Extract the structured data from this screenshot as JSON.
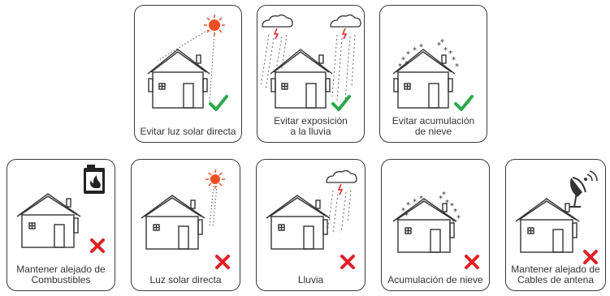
{
  "colors": {
    "ok": "#2aa84a",
    "bad": "#e21f26",
    "sun": "#f04e23",
    "rain": "#e21f26",
    "line": "#3a3a3a"
  },
  "top_row": [
    {
      "id": "avoid-sun",
      "lines": [
        "Evitar luz solar directa"
      ],
      "status": "check",
      "icons": [
        "sun-icon",
        "house-icon",
        "checkmark-icon"
      ]
    },
    {
      "id": "avoid-rain",
      "lines": [
        "Evitar exposición",
        "a la lluvia"
      ],
      "status": "check",
      "icons": [
        "cloud-rain-icon",
        "house-icon",
        "checkmark-icon"
      ]
    },
    {
      "id": "avoid-snow",
      "lines": [
        "Evitar acumulación",
        "de nieve"
      ],
      "status": "check",
      "icons": [
        "snowflakes-icon",
        "house-icon",
        "checkmark-icon"
      ]
    }
  ],
  "bottom_row": [
    {
      "id": "fuel",
      "lines": [
        "Mantener alejado de",
        "Combustibles"
      ],
      "status": "cross",
      "icons": [
        "flammable-icon",
        "house-icon",
        "cross-icon"
      ]
    },
    {
      "id": "sun",
      "lines": [
        "Luz solar directa"
      ],
      "status": "cross",
      "icons": [
        "sun-icon",
        "house-icon",
        "cross-icon"
      ]
    },
    {
      "id": "rain",
      "lines": [
        "Lluvia"
      ],
      "status": "cross",
      "icons": [
        "cloud-rain-icon",
        "house-icon",
        "cross-icon"
      ]
    },
    {
      "id": "snow",
      "lines": [
        "Acumulación de nieve"
      ],
      "status": "cross",
      "icons": [
        "snowflakes-icon",
        "house-icon",
        "cross-icon"
      ]
    },
    {
      "id": "antenna",
      "lines": [
        "Mantener alejado de",
        "Cables de antena"
      ],
      "status": "cross",
      "icons": [
        "satellite-dish-icon",
        "house-icon",
        "cross-icon"
      ]
    }
  ]
}
